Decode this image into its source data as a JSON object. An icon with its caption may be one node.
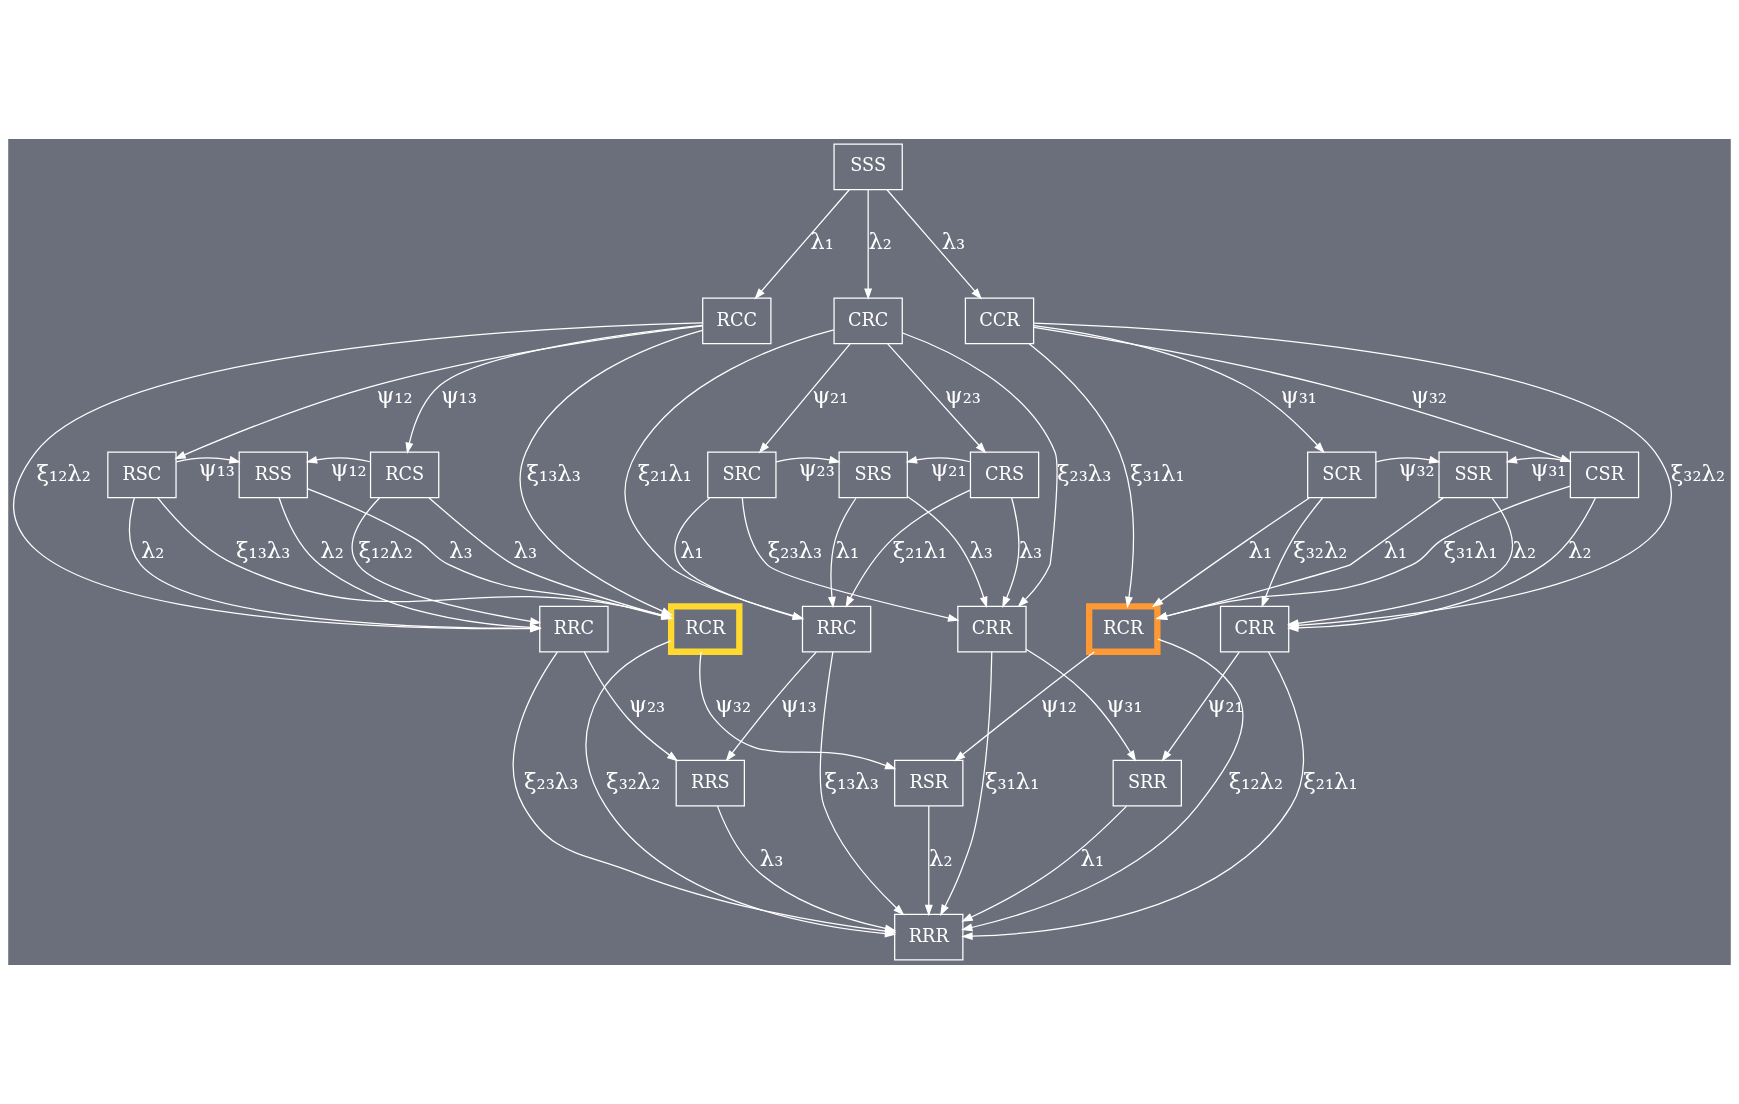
{
  "diagram": {
    "nodes": [
      {
        "text": [
          "SSS"
        ]
      },
      {
        "text": [
          "RCC"
        ]
      },
      {
        "text": [
          "CRC"
        ]
      },
      {
        "text": [
          "CCR"
        ]
      },
      {
        "text": [
          "RSC"
        ]
      },
      {
        "text": [
          "RSS"
        ]
      },
      {
        "text": [
          "RCS"
        ]
      },
      {
        "text": [
          "SRC"
        ]
      },
      {
        "text": [
          "SRS"
        ]
      },
      {
        "text": [
          "CRS"
        ]
      },
      {
        "text": [
          "SCR"
        ]
      },
      {
        "text": [
          "SSR"
        ]
      },
      {
        "text": [
          "CSR"
        ]
      },
      {
        "text": [
          "RRC"
        ]
      },
      {
        "text": [
          "RCR"
        ]
      },
      {
        "text": [
          "RRC"
        ]
      },
      {
        "text": [
          "CRR"
        ]
      },
      {
        "text": [
          "RCR"
        ]
      },
      {
        "text": [
          "CRR"
        ]
      },
      {
        "text": [
          "RRS"
        ]
      },
      {
        "text": [
          "RSR"
        ]
      },
      {
        "text": [
          "SRR"
        ]
      },
      {
        "text": [
          "RRR"
        ]
      }
    ],
    "edges": [
      {
        "from": 0,
        "to": 1,
        "arrow": "to",
        "label": "λ₁"
      },
      {
        "from": 0,
        "to": 2,
        "arrow": "to",
        "label": "λ₂"
      },
      {
        "from": 0,
        "to": 3,
        "arrow": "to",
        "label": "λ₃"
      },
      {
        "from": 1,
        "to": 4,
        "arrow": "to",
        "label": "ψ₁₂"
      },
      {
        "from": 1,
        "to": 6,
        "arrow": "to",
        "label": "ψ₁₃"
      },
      {
        "from": 1,
        "to": 13,
        "arrow": "to",
        "label": "ξ₁₂λ₂"
      },
      {
        "from": 1,
        "to": 14,
        "arrow": "to",
        "label": "ξ₁₃λ₃"
      },
      {
        "from": 4,
        "to": 5,
        "arrow": "to",
        "label": "ψ₁₃"
      },
      {
        "from": 6,
        "to": 5,
        "arrow": "to",
        "label": "ψ₁₂"
      },
      {
        "from": 4,
        "to": 13,
        "arrow": "to",
        "label": "λ₂"
      },
      {
        "from": 4,
        "to": 14,
        "arrow": "to",
        "label": "ξ₁₃λ₃"
      },
      {
        "from": 6,
        "to": 13,
        "arrow": "to",
        "label": "ξ₁₂λ₂"
      },
      {
        "from": 6,
        "to": 14,
        "arrow": "to",
        "label": "λ₃"
      },
      {
        "from": 5,
        "to": 13,
        "arrow": "to",
        "label": "λ₂"
      },
      {
        "from": 5,
        "to": 14,
        "arrow": "to",
        "label": "λ₃"
      },
      {
        "from": 2,
        "to": 7,
        "arrow": "to",
        "label": "ψ₂₁"
      },
      {
        "from": 2,
        "to": 9,
        "arrow": "to",
        "label": "ψ₂₃"
      },
      {
        "from": 2,
        "to": 15,
        "arrow": "to",
        "label": "ξ₂₁λ₁"
      },
      {
        "from": 2,
        "to": 16,
        "arrow": "to",
        "label": "ξ₂₃λ₃"
      },
      {
        "from": 7,
        "to": 8,
        "arrow": "to",
        "label": "ψ₂₃"
      },
      {
        "from": 9,
        "to": 8,
        "arrow": "to",
        "label": "ψ₂₁"
      },
      {
        "from": 7,
        "to": 15,
        "arrow": "to",
        "label": "λ₁"
      },
      {
        "from": 7,
        "to": 16,
        "arrow": "to",
        "label": "ξ₂₃λ₃"
      },
      {
        "from": 9,
        "to": 15,
        "arrow": "to",
        "label": "ξ₂₁λ₁"
      },
      {
        "from": 9,
        "to": 16,
        "arrow": "to",
        "label": "λ₃"
      },
      {
        "from": 8,
        "to": 15,
        "arrow": "to",
        "label": "λ₁"
      },
      {
        "from": 8,
        "to": 16,
        "arrow": "to",
        "label": "λ₃"
      },
      {
        "from": 3,
        "to": 10,
        "arrow": "to",
        "label": "ψ₃₁"
      },
      {
        "from": 3,
        "to": 12,
        "arrow": "to",
        "label": "ψ₃₂"
      },
      {
        "from": 3,
        "to": 17,
        "arrow": "to",
        "label": "ξ₃₁λ₁"
      },
      {
        "from": 3,
        "to": 18,
        "arrow": "to",
        "label": "ξ₃₂λ₂"
      },
      {
        "from": 10,
        "to": 11,
        "arrow": "to",
        "label": "ψ₃₂"
      },
      {
        "from": 12,
        "to": 11,
        "arrow": "to",
        "label": "ψ₃₁"
      },
      {
        "from": 10,
        "to": 17,
        "arrow": "to",
        "label": "λ₁"
      },
      {
        "from": 10,
        "to": 18,
        "arrow": "to",
        "label": "ξ₃₂λ₂"
      },
      {
        "from": 12,
        "to": 17,
        "arrow": "to",
        "label": "ξ₃₁λ₁"
      },
      {
        "from": 12,
        "to": 18,
        "arrow": "to",
        "label": "λ₂"
      },
      {
        "from": 11,
        "to": 17,
        "arrow": "to",
        "label": "λ₁"
      },
      {
        "from": 11,
        "to": 18,
        "arrow": "to",
        "label": "λ₂"
      },
      {
        "from": 13,
        "to": 19,
        "arrow": "to",
        "label": "ψ₂₃"
      },
      {
        "from": 15,
        "to": 19,
        "arrow": "to",
        "label": "ψ₁₃"
      },
      {
        "from": 14,
        "to": 20,
        "arrow": "to",
        "label": "ψ₃₂"
      },
      {
        "from": 17,
        "to": 20,
        "arrow": "to",
        "label": "ψ₁₂"
      },
      {
        "from": 16,
        "to": 21,
        "arrow": "to",
        "label": "ψ₃₁"
      },
      {
        "from": 18,
        "to": 21,
        "arrow": "to",
        "label": "ψ₂₁"
      },
      {
        "from": 20,
        "to": 22,
        "arrow": "to",
        "label": "λ₂"
      },
      {
        "from": 15,
        "to": 22,
        "arrow": "to",
        "label": "ξ₁₃λ₃"
      },
      {
        "from": 16,
        "to": 22,
        "arrow": "to",
        "label": "ξ₃₁λ₁"
      },
      {
        "from": 14,
        "to": 22,
        "arrow": "to",
        "label": "ξ₃₂λ₂"
      },
      {
        "from": 17,
        "to": 22,
        "arrow": "to",
        "label": "ξ₁₂λ₂"
      },
      {
        "from": 19,
        "to": 22,
        "arrow": "to",
        "label": "λ₃"
      },
      {
        "from": 21,
        "to": 22,
        "arrow": "to",
        "label": "λ₁"
      },
      {
        "from": 13,
        "to": 22,
        "arrow": "to",
        "label": "ξ₂₃λ₃"
      },
      {
        "from": 18,
        "to": 22,
        "arrow": "to",
        "label": "ξ₂₁λ₁"
      }
    ]
  }
}
